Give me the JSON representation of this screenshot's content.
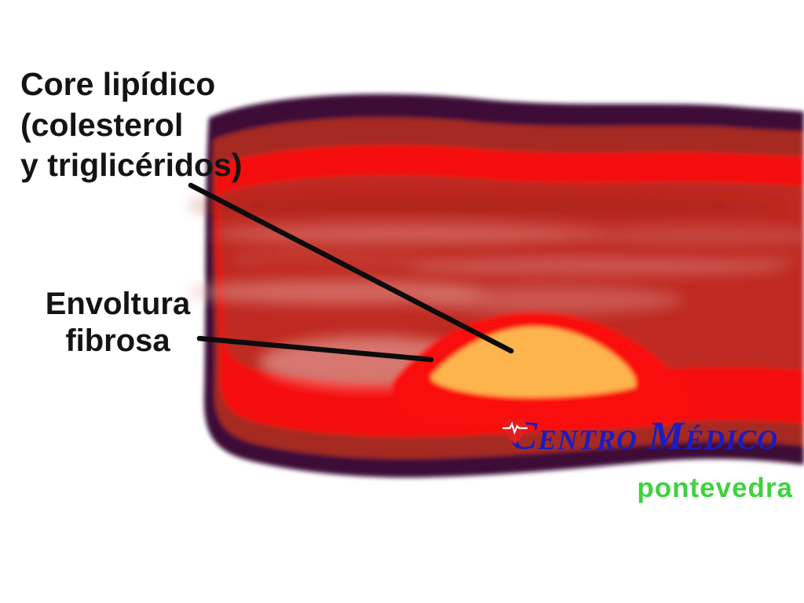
{
  "annotations": {
    "core_lipidico": {
      "line1": "Core lipídico",
      "line2": "(colesterol",
      "line3": "y triglicéridos)"
    },
    "envoltura_fibrosa": {
      "line1": "Envoltura",
      "line2": "fibrosa"
    }
  },
  "logo": {
    "brand": "Centro Médico",
    "location": "pontevedra"
  },
  "diagram": {
    "subject": "artery-with-atherosclerotic-plaque",
    "colors": {
      "outer_wall": "#3d1038",
      "vessel_wall": "#a62a22",
      "inner_lining": "#f60909",
      "lumen": "#bf2a22",
      "fibrous_cap": "#fa0c0c",
      "lipid_core": "#fdb44e",
      "annotation_line": "#0c0c0c",
      "brand_blue": "#1c1cc0",
      "location_green": "#3fd23f"
    }
  }
}
